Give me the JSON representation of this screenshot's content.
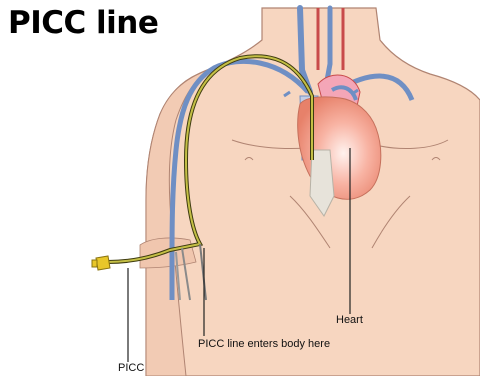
{
  "title": "PICC line",
  "labels": {
    "heart": "Heart",
    "entry": "PICC line enters body here",
    "picc": "PICC"
  },
  "colors": {
    "skin": "#f7d6c0",
    "skin_outline": "#b08472",
    "vein": "#6f8fc4",
    "artery": "#c84a4a",
    "heart": "#f3a28f",
    "catheter": "#b9b23a",
    "connector": "#e8c72a"
  }
}
